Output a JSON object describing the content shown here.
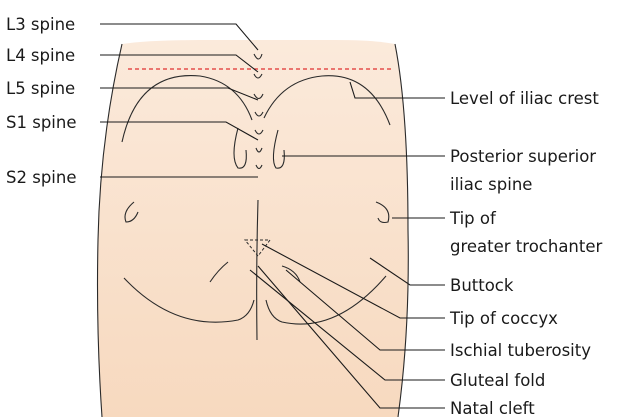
{
  "diagram": {
    "labels_left": {
      "l3": "L3 spine",
      "l4": "L4 spine",
      "l5": "L5 spine",
      "s1": "S1 spine",
      "s2": "S2 spine"
    },
    "labels_right": {
      "iliac_crest": "Level of iliac crest",
      "psis_line1": "Posterior superior",
      "psis_line2": "iliac spine",
      "trochanter_line1": "Tip of",
      "trochanter_line2": "greater trochanter",
      "buttock": "Buttock",
      "coccyx": "Tip of coccyx",
      "ischial": "Ischial tuberosity",
      "gluteal_fold": "Gluteal fold",
      "natal_cleft": "Natal cleft"
    },
    "colors": {
      "skin": "#f9e0c9",
      "skin_edge": "#fdf1e6",
      "iliac_crest_line": "#e03030",
      "lines": "#1a1a1a"
    }
  }
}
